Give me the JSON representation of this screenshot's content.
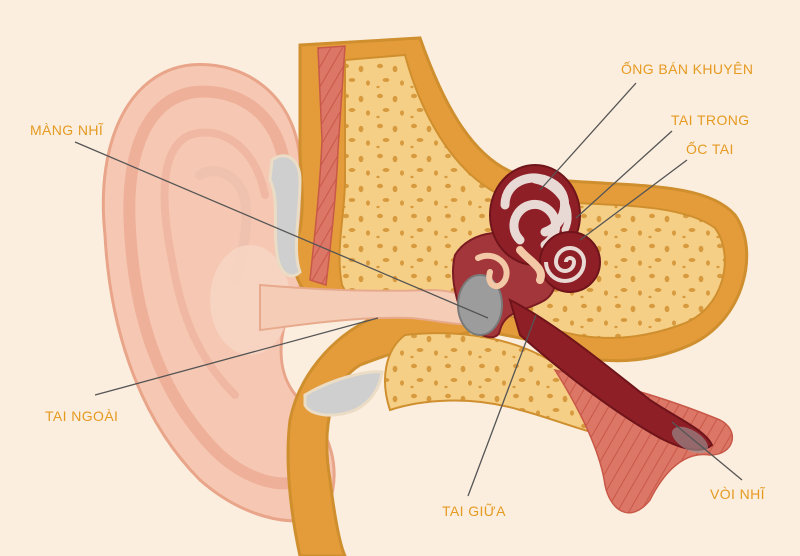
{
  "labels": {
    "semicircular_canals": "ỐNG BÁN KHUYÊN",
    "inner_ear": "TAI TRONG",
    "eardrum": "MÀNG NHĨ",
    "cochlea": "ỐC TAI",
    "outer_ear": "TAI NGOÀI",
    "middle_ear": "TAI GIỮA",
    "eustachian_tube": "VÒI NHĨ"
  },
  "colors": {
    "background": "#fbeede",
    "label_text": "#e59a22",
    "leader_line": "#555555",
    "skin": "#f6c8b3",
    "skin_outline": "#e9a58a",
    "bone": "#f6cf86",
    "bone_edge": "#cf8f2e",
    "muscle": "#d96f5e",
    "inner_ear": "#8e1f26",
    "cartilage": "#cfcfcf"
  }
}
